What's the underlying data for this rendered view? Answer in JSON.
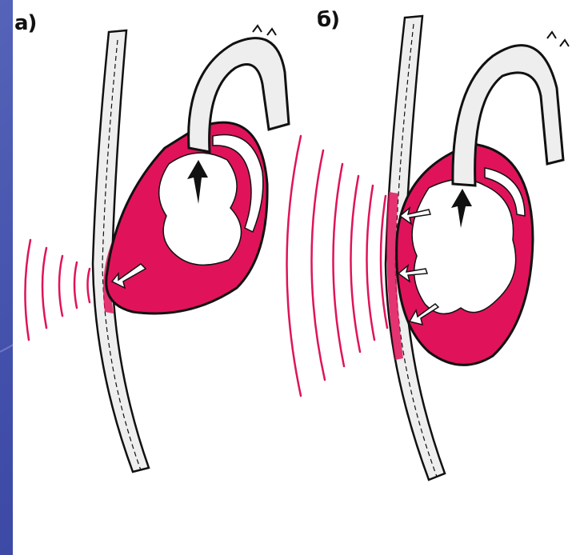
{
  "panels": [
    {
      "label": "а)"
    },
    {
      "label": "б)"
    }
  ],
  "colors": {
    "slide_background": "#3d4aa6",
    "heart_muscle": "#e0135a",
    "wave_lines": "#e0135a",
    "outline": "#111111",
    "panel_background": "#ffffff"
  },
  "icons": [
    "chest-wall-left",
    "chest-wall-right",
    "heart-left",
    "heart-right",
    "aorta-left",
    "aorta-right",
    "sound-waves",
    "blood-flow-arrows"
  ]
}
